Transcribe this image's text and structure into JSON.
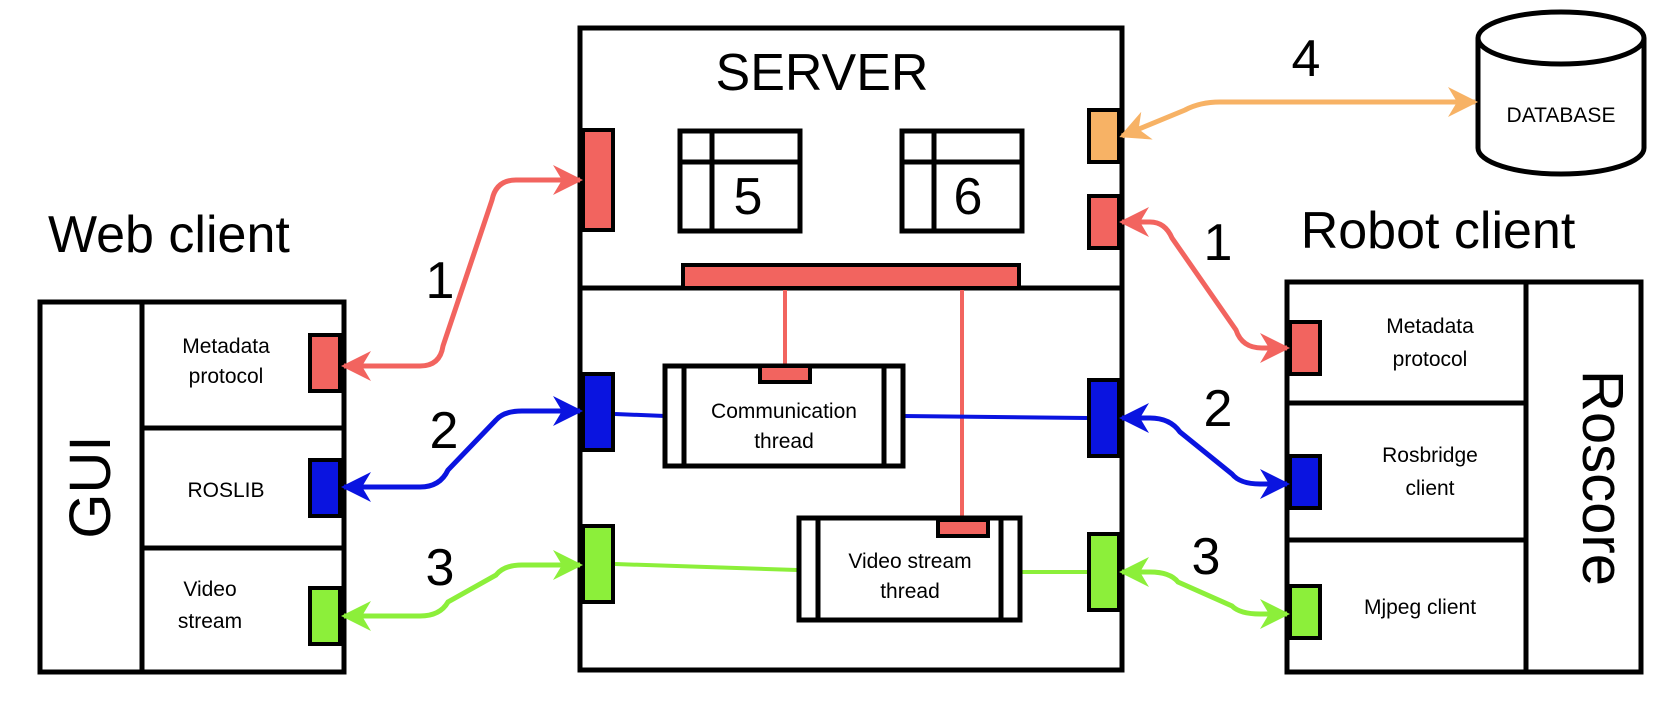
{
  "web_client": {
    "title": "Web client",
    "side_label": "GUI",
    "rows": [
      {
        "line1": "Metadata",
        "line2": "protocol"
      },
      {
        "line1": "ROSLIB",
        "line2": ""
      },
      {
        "line1": "Video",
        "line2": "stream"
      }
    ]
  },
  "server": {
    "title": "SERVER",
    "table_5": "5",
    "table_6": "6",
    "comm_thread": {
      "line1": "Communication",
      "line2": "thread"
    },
    "video_thread": {
      "line1": "Video stream",
      "line2": "thread"
    }
  },
  "database": {
    "label": "DATABASE"
  },
  "robot_client": {
    "title": "Robot client",
    "side_label": "Roscore",
    "rows": [
      {
        "line1": "Metadata",
        "line2": "protocol"
      },
      {
        "line1": "Rosbridge",
        "line2": "client"
      },
      {
        "line1": "Mjpeg client",
        "line2": ""
      }
    ]
  },
  "links": {
    "left_1": "1",
    "left_2": "2",
    "left_3": "3",
    "right_1": "1",
    "right_2": "2",
    "right_3": "3",
    "db_4": "4"
  },
  "colors": {
    "metadata": "#f2645f",
    "ros": "#0a14e0",
    "video": "#8cef3a",
    "database": "#f7b265",
    "outline": "#000000"
  }
}
